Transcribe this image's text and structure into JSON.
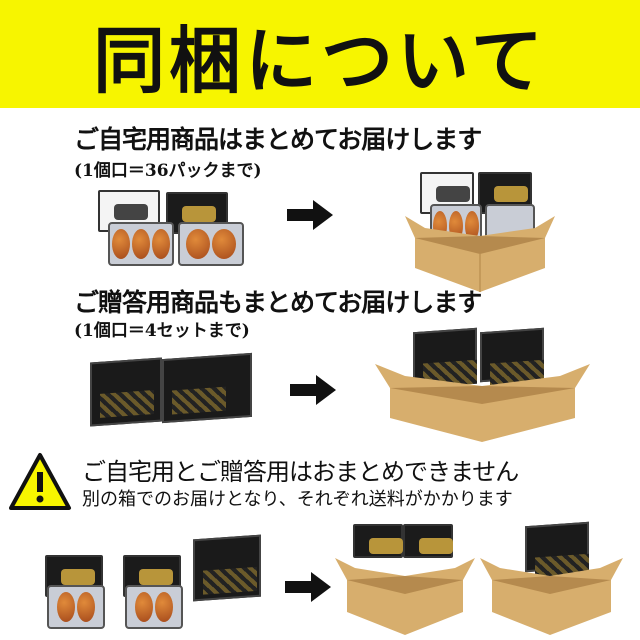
{
  "banner": {
    "title": "同梱について",
    "background": "#f7f500"
  },
  "section1": {
    "heading": "ご自宅用商品はまとめてお届けします",
    "sub": "(1個口＝36パックまで)"
  },
  "section2": {
    "heading": "ご贈答用商品もまとめてお届けします",
    "sub": "(1個口＝4セットまで)"
  },
  "warning": {
    "icon": "warning-icon",
    "line1": "ご自宅用とご贈答用はおまとめできません",
    "line2": "別の箱でのお届けとなり、それぞれ送料がかかります",
    "color": "#f7f500"
  },
  "colors": {
    "cardboard": "#d7ae6d",
    "arrow": "#111111"
  }
}
